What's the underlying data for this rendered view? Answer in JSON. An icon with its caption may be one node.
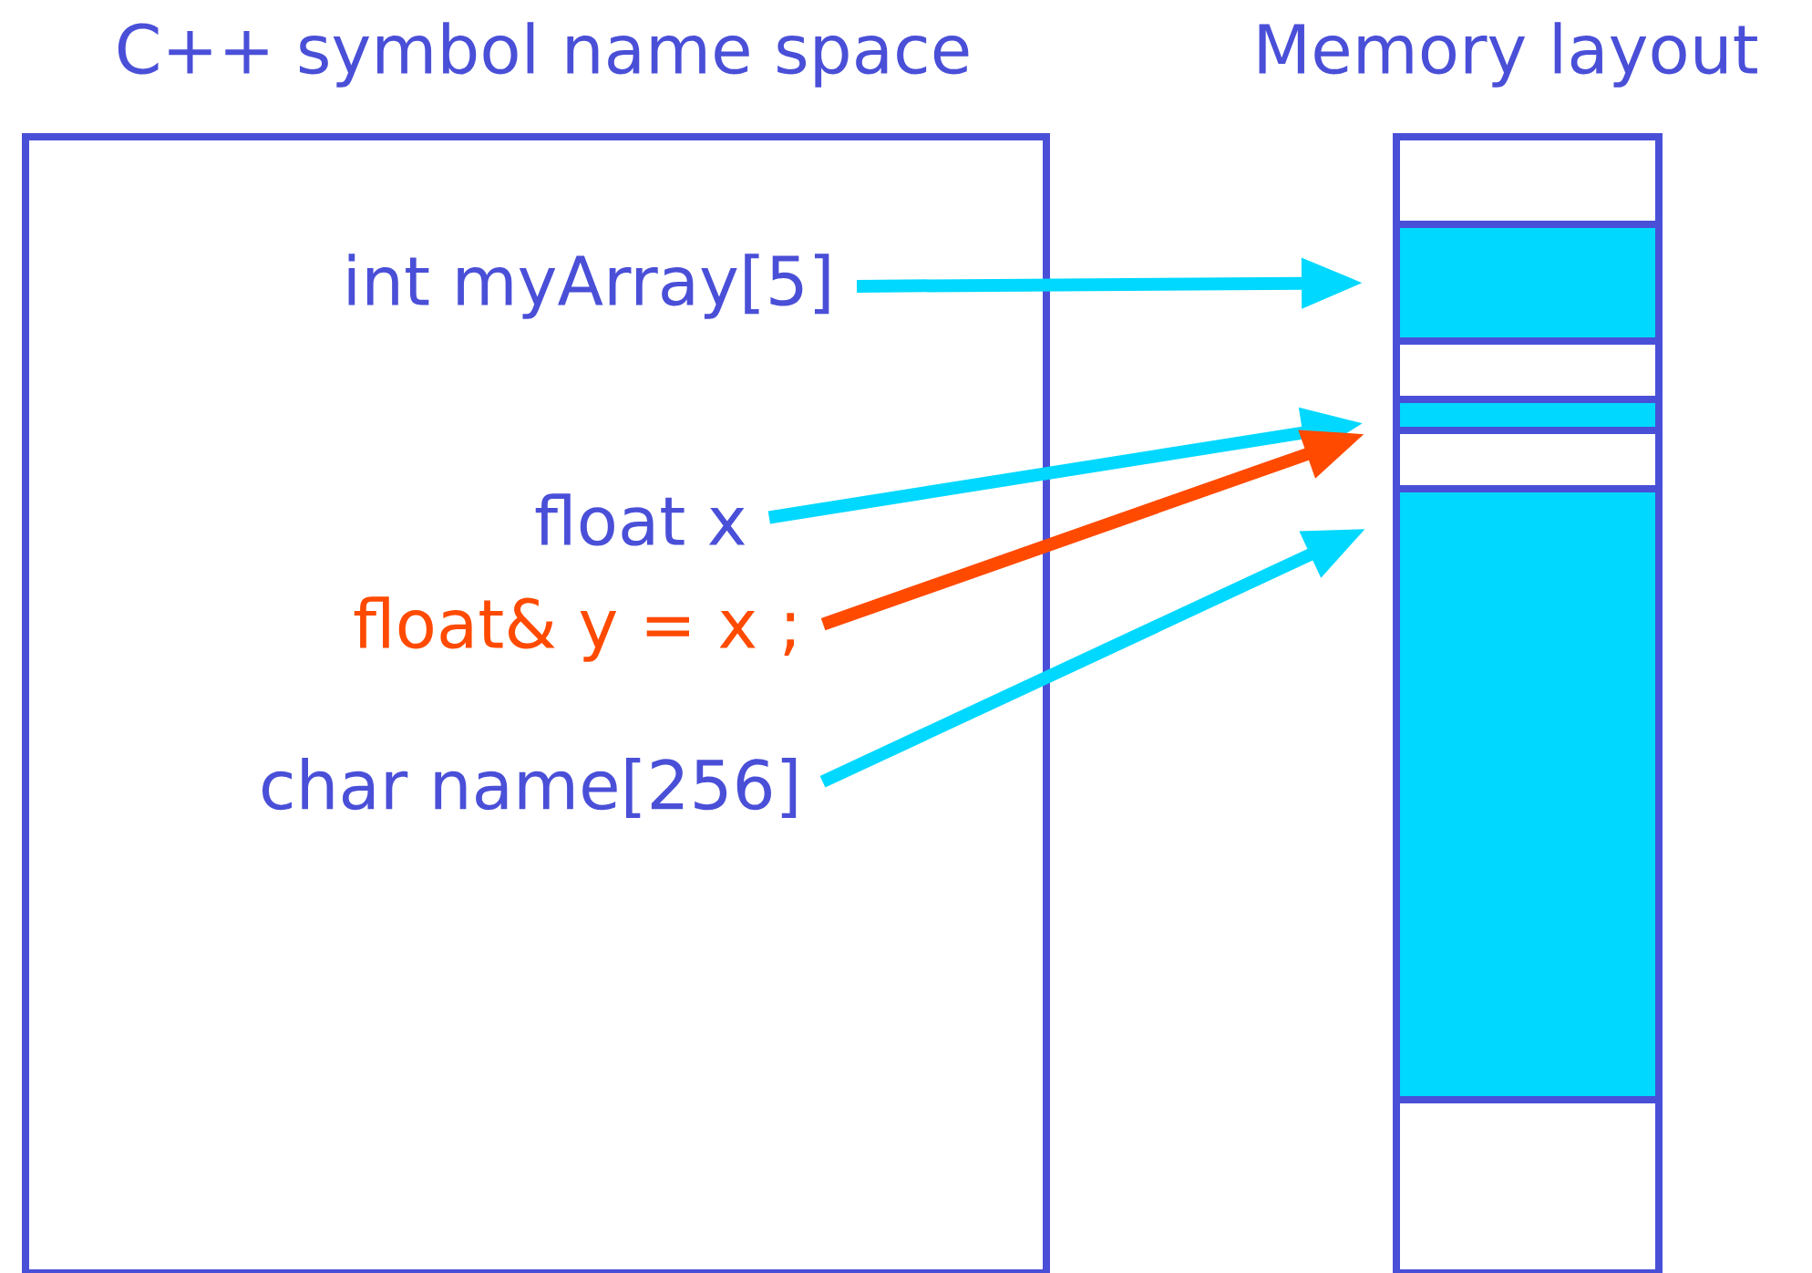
{
  "diagram": {
    "nodes": [
      {
        "text": [
          "C++ symbol name space"
        ]
      },
      {
        "text": [
          "int myArray[5]"
        ],
        "in": 0
      },
      {
        "text": [
          "float x"
        ],
        "in": 0
      },
      {
        "text": [
          "float& y = x ;"
        ],
        "in": 0
      },
      {
        "text": [
          "char name[256]"
        ],
        "in": 0
      },
      {
        "text": [
          "Memory layout"
        ]
      },
      {
        "text": [],
        "shape": "box",
        "in": 5
      },
      {
        "text": [],
        "shape": "box",
        "in": 5
      },
      {
        "text": [],
        "shape": "box",
        "in": 5
      }
    ],
    "edges": [
      {
        "from": 1,
        "to": 6,
        "arrow": "to"
      },
      {
        "from": 2,
        "to": 7,
        "arrow": "to"
      },
      {
        "from": 3,
        "to": 7,
        "arrow": "to",
        "color": "#ff4a00"
      },
      {
        "from": 4,
        "to": 8,
        "arrow": "to"
      }
    ]
  }
}
